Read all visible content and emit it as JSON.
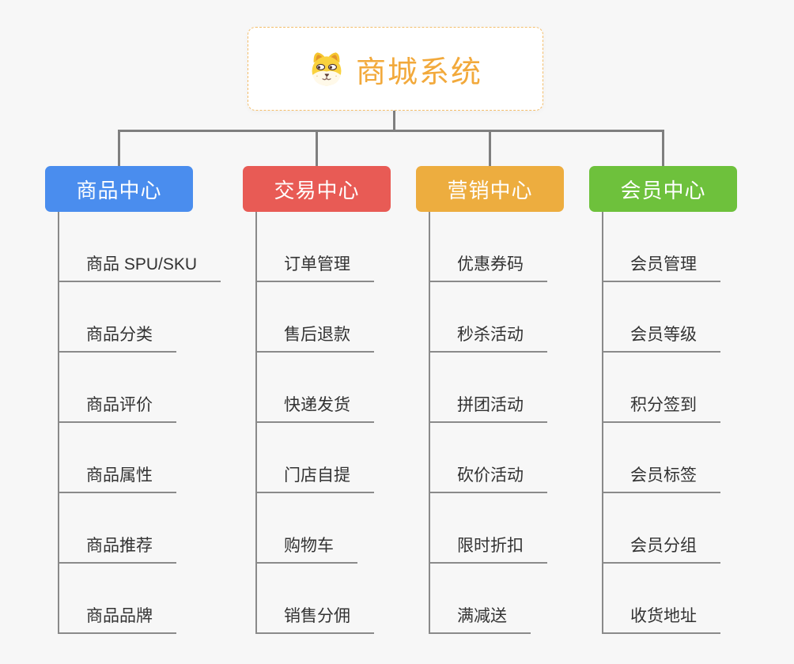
{
  "root": {
    "title": "商城系统",
    "icon": "shiba-dog",
    "title_color": "#F2A93B",
    "border_color": "#F4BE6B"
  },
  "connector_color": "#7F7F7F",
  "branches": [
    {
      "label": "商品中心",
      "color": "#4A8DEE",
      "items": [
        "商品 SPU/SKU",
        "商品分类",
        "商品评价",
        "商品属性",
        "商品推荐",
        "商品品牌"
      ]
    },
    {
      "label": "交易中心",
      "color": "#E85B55",
      "items": [
        "订单管理",
        "售后退款",
        "快递发货",
        "门店自提",
        "购物车",
        "销售分佣"
      ]
    },
    {
      "label": "营销中心",
      "color": "#EDAD3F",
      "items": [
        "优惠券码",
        "秒杀活动",
        "拼团活动",
        "砍价活动",
        "限时折扣",
        "满减送"
      ]
    },
    {
      "label": "会员中心",
      "color": "#6EC13C",
      "items": [
        "会员管理",
        "会员等级",
        "积分签到",
        "会员标签",
        "会员分组",
        "收货地址"
      ]
    }
  ]
}
